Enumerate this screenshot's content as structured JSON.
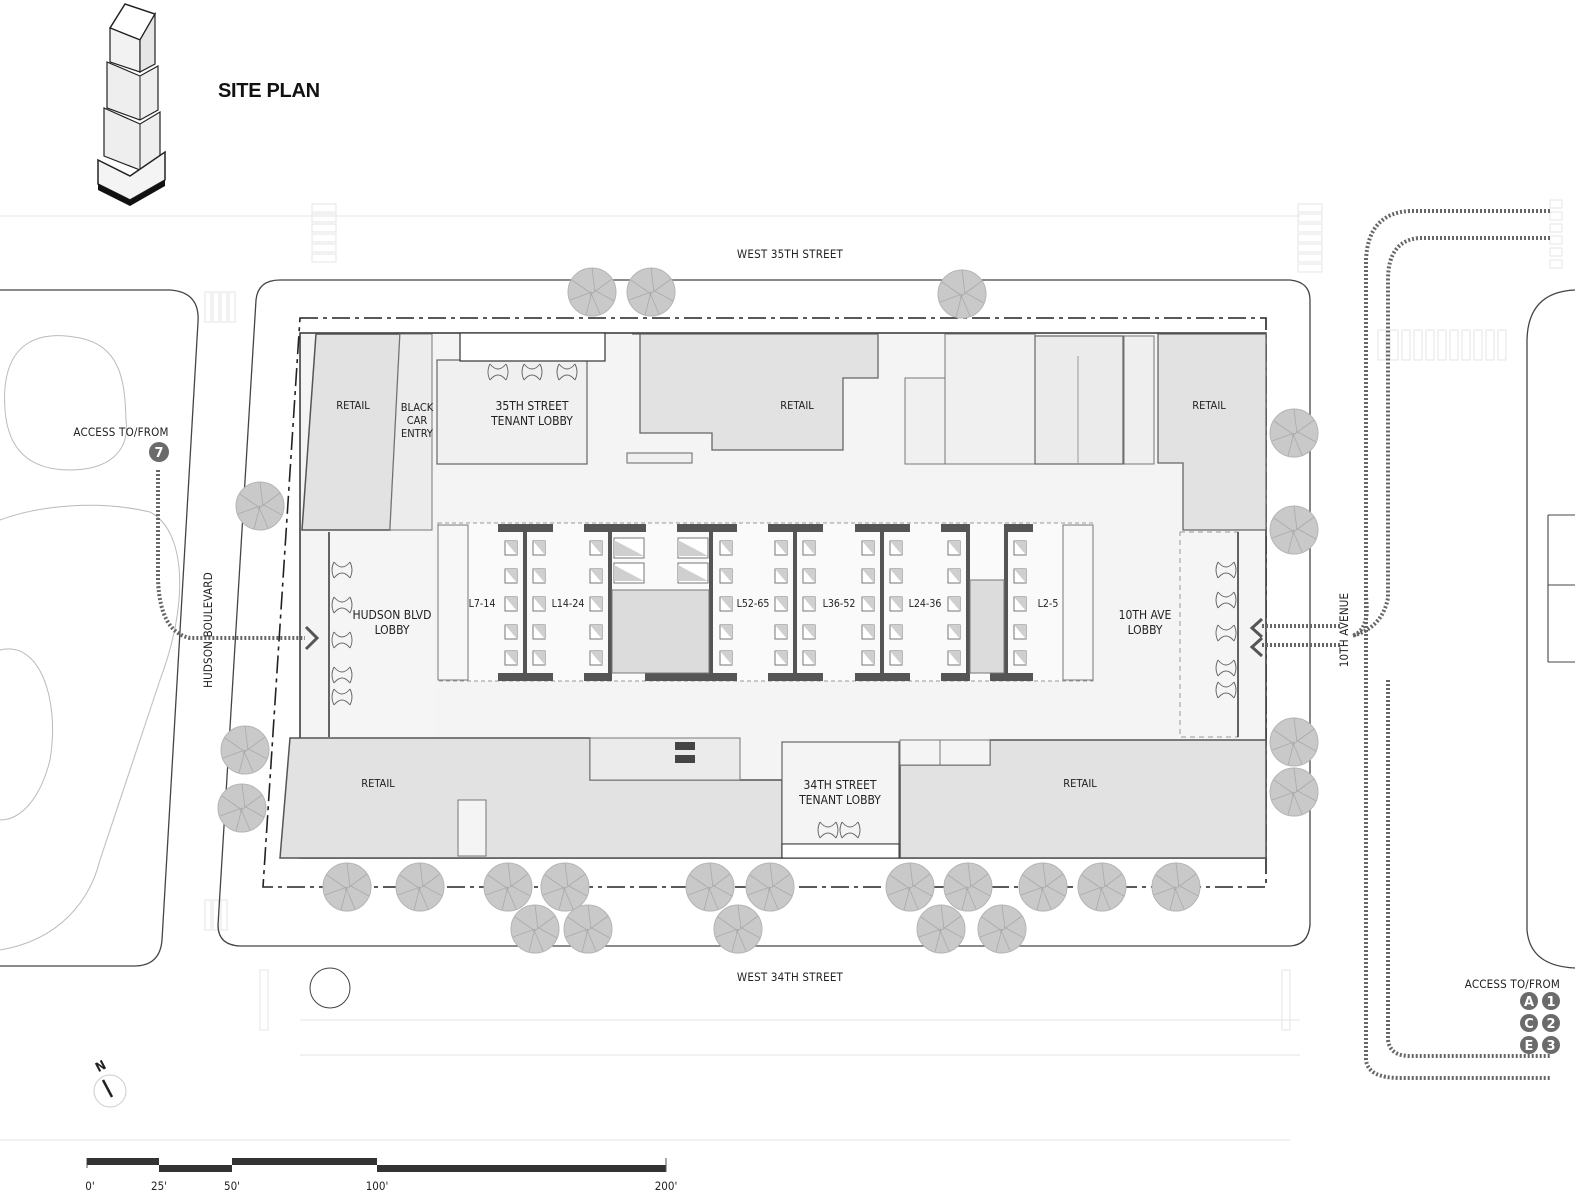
{
  "header": {
    "title": "SITE PLAN",
    "icon": "tower-axonometric-icon"
  },
  "streets": {
    "north": "WEST 35TH STREET",
    "south": "WEST 34TH STREET",
    "west": "HUDSON BOULEVARD",
    "east": "10TH AVENUE"
  },
  "rooms": {
    "retail_nw": "RETAIL",
    "black_car": [
      "BLACK",
      "CAR",
      "ENTRY"
    ],
    "lobby_35": [
      "35TH STREET",
      "TENANT LOBBY"
    ],
    "retail_n": "RETAIL",
    "retail_ne": "RETAIL",
    "hudson_lobby": [
      "HUDSON BLVD",
      "LOBBY"
    ],
    "tenth_lobby": [
      "10TH AVE",
      "LOBBY"
    ],
    "retail_sw": "RETAIL",
    "lobby_34": [
      "34TH STREET",
      "TENANT LOBBY"
    ],
    "retail_se": "RETAIL"
  },
  "elevator_banks": [
    {
      "label": "L7-14"
    },
    {
      "label": "L14-24"
    },
    {
      "label": "L52-65"
    },
    {
      "label": "L36-52"
    },
    {
      "label": "L24-36"
    },
    {
      "label": "L2-5"
    }
  ],
  "transit": {
    "west_label": "ACCESS TO/FROM",
    "west_lines": [
      "7"
    ],
    "east_label": "ACCESS TO/FROM",
    "east_lines": [
      [
        "A",
        "1"
      ],
      [
        "C",
        "2"
      ],
      [
        "E",
        "3"
      ]
    ]
  },
  "compass": {
    "label": "N",
    "icon": "north-arrow-icon"
  },
  "scale_bar": {
    "ticks": [
      "0'",
      "25'",
      "50'",
      "100'",
      "200'"
    ]
  },
  "colors": {
    "tree": "#c9c9c9",
    "retail_fill": "#e2e2e2",
    "lobby_fill": "#f3f3f3",
    "core_dark": "#555555",
    "badge": "#6b6b6b",
    "line": "#333333"
  }
}
